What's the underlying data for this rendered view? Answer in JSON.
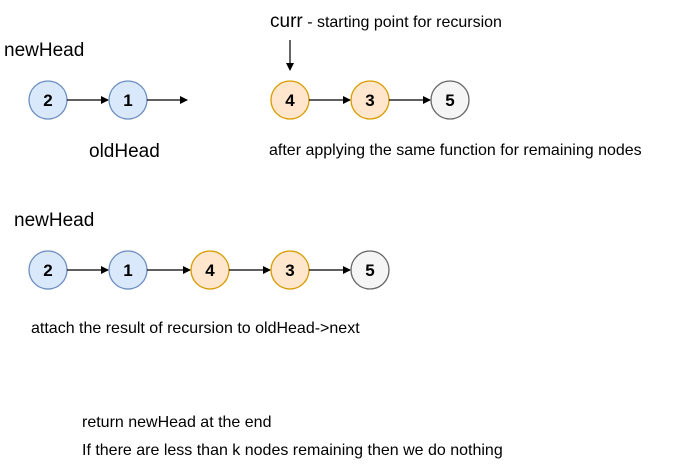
{
  "colors": {
    "blue": {
      "fill": "#dae8fc",
      "stroke": "#6c8ebf"
    },
    "orange": {
      "fill": "#ffe6cc",
      "stroke": "#d79b00"
    },
    "gray": {
      "fill": "#f5f5f5",
      "stroke": "#666666"
    }
  },
  "top": {
    "new_head_label": "newHead",
    "old_head_label": "oldHead",
    "curr_label": "curr",
    "curr_caption": "- starting point for recursion",
    "caption": "after applying the same function for remaining nodes",
    "left_nodes": [
      {
        "value": "2",
        "color": "blue"
      },
      {
        "value": "1",
        "color": "blue"
      }
    ],
    "right_nodes": [
      {
        "value": "4",
        "color": "orange"
      },
      {
        "value": "3",
        "color": "orange"
      },
      {
        "value": "5",
        "color": "gray"
      }
    ]
  },
  "bottom": {
    "new_head_label": "newHead",
    "caption": "attach the result of recursion to oldHead->next",
    "nodes": [
      {
        "value": "2",
        "color": "blue"
      },
      {
        "value": "1",
        "color": "blue"
      },
      {
        "value": "4",
        "color": "orange"
      },
      {
        "value": "3",
        "color": "orange"
      },
      {
        "value": "5",
        "color": "gray"
      }
    ]
  },
  "footer": {
    "line1": "return newHead at the end",
    "line2": "If there are less than k nodes remaining then we do nothing"
  }
}
